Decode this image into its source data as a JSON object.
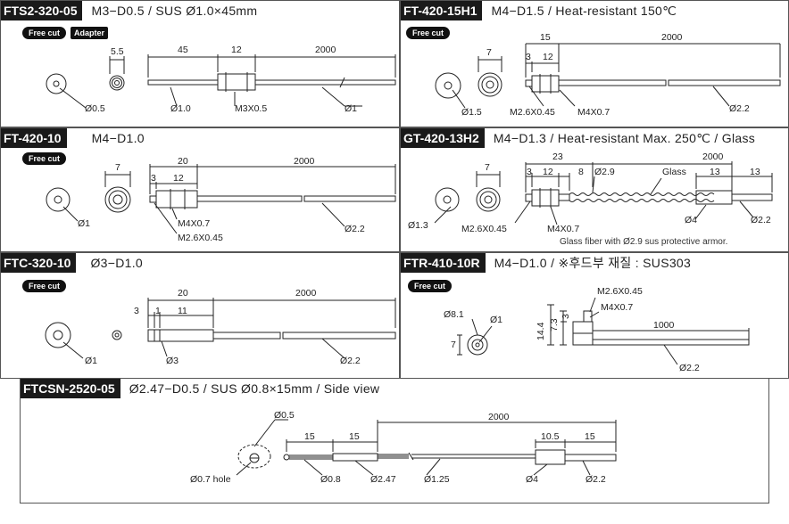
{
  "panels": {
    "p1": {
      "code": "FTS2-320-05",
      "spec": "M3−D0.5 / SUS Ø1.0×45mm",
      "badges": [
        "Free cut",
        "Adapter"
      ],
      "labels": {
        "d_outer": "Ø0.5",
        "w_face": "5.5",
        "len_a": "45",
        "len_b": "12",
        "len_c": "2000",
        "d_tube": "Ø1.0",
        "thread": "M3X0.5",
        "d_fiber": "Ø1"
      }
    },
    "p2": {
      "code": "FT-420-15H1",
      "spec": "M4−D1.5 / Heat-resistant 150℃",
      "badges": [
        "Free cut"
      ],
      "labels": {
        "d_outer": "Ø1.5",
        "w_face": "7",
        "len_a": "15",
        "len_b": "3",
        "len_c": "12",
        "len_d": "2000",
        "thread1": "M2.6X0.45",
        "thread2": "M4X0.7",
        "d_fiber": "Ø2.2"
      }
    },
    "p3": {
      "code": "FT-420-10",
      "spec": "M4−D1.0",
      "badges": [
        "Free cut"
      ],
      "labels": {
        "d_outer": "Ø1",
        "w_face": "7",
        "len_a": "20",
        "len_b": "3",
        "len_c": "12",
        "len_d": "2000",
        "thread1": "M4X0.7",
        "thread2": "M2.6X0.45",
        "d_fiber": "Ø2.2"
      }
    },
    "p4": {
      "code": "GT-420-13H2",
      "spec": "M4−D1.3 / Heat-resistant Max. 250℃ / Glass",
      "badges": [],
      "labels": {
        "d_outer": "Ø1.3",
        "w_face": "7",
        "len_a": "23",
        "len_b": "3",
        "len_c": "12",
        "len_d": "8",
        "d_armor": "Ø2.9",
        "glass": "Glass",
        "len_e": "2000",
        "len_f": "13",
        "len_g": "13",
        "thread1": "M2.6X0.45",
        "thread2": "M4X0.7",
        "d_sleeve": "Ø4",
        "d_fiber": "Ø2.2"
      },
      "note": "Glass fiber with Ø2.9 sus protective armor."
    },
    "p5": {
      "code": "FTC-320-10",
      "spec": "Ø3−D1.0",
      "badges": [
        "Free cut"
      ],
      "labels": {
        "d_outer": "Ø1",
        "len_a": "20",
        "len_b": "2000",
        "len_c": "3",
        "len_d": "1",
        "len_e": "11",
        "d_tube": "Ø3",
        "d_fiber": "Ø2.2"
      }
    },
    "p6": {
      "code": "FTR-410-10R",
      "spec": "M4−D1.0 / ※후드부 재질 : SUS303",
      "badges": [
        "Free cut"
      ],
      "labels": {
        "d_head": "Ø8.1",
        "d_core": "Ø1",
        "w_face": "7",
        "h_total": "14.4",
        "h_a": "7.3",
        "h_b": "3",
        "thread1": "M2.6X0.45",
        "thread2": "M4X0.7",
        "len_a": "1000",
        "d_fiber": "Ø2.2"
      }
    },
    "p7": {
      "code": "FTCSN-2520-05",
      "spec": "Ø2.47−D0.5 / SUS Ø0.8×15mm / Side view",
      "badges": [],
      "labels": {
        "d_tip": "Ø0.5",
        "hole": "Ø0.7 hole",
        "len_a": "15",
        "len_b": "15",
        "len_c": "2000",
        "len_d": "10.5",
        "len_e": "15",
        "d_a": "Ø0.8",
        "d_b": "Ø2.47",
        "d_c": "Ø1.25",
        "d_d": "Ø4",
        "d_e": "Ø2.2"
      }
    }
  }
}
